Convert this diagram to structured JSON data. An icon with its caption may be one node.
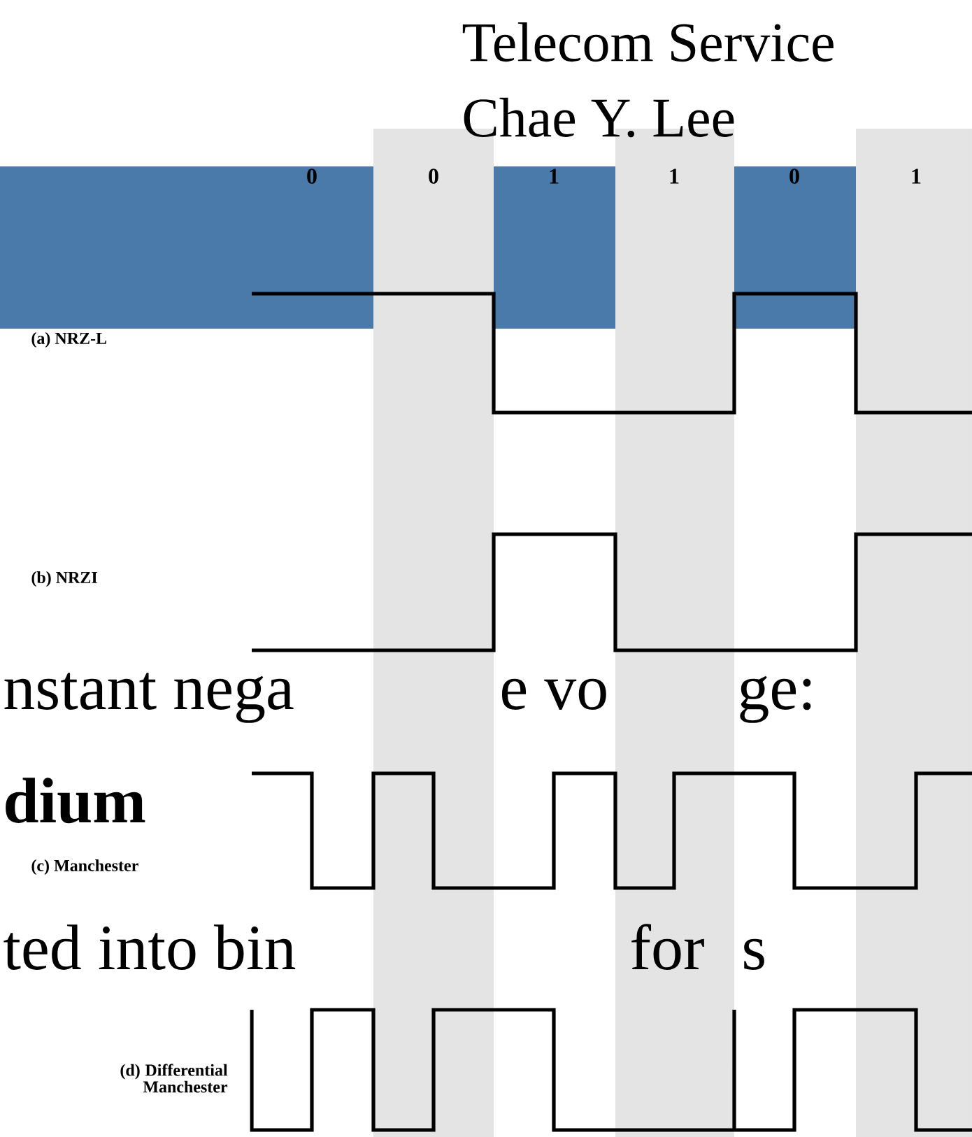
{
  "diagram": {
    "labels": [
      "Telecom Service",
      "Chae Y. Lee",
      "0",
      "0",
      "1",
      "1",
      "0",
      "1",
      "(a) NRZ-L",
      "(b) NRZI",
      "nstant nega",
      "e vo",
      "ge:",
      "dium",
      "(c) Manchester",
      "ted into bin",
      "for",
      "s",
      "(d) Differential Manchester"
    ]
  }
}
